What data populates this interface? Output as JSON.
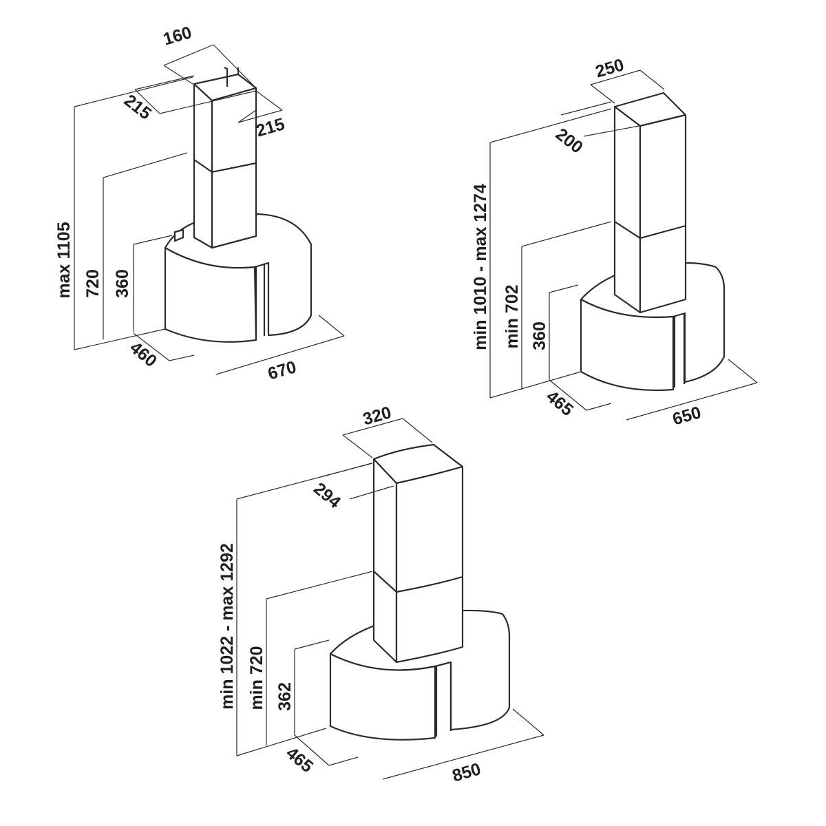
{
  "diagrams": [
    {
      "dimensions": {
        "chimney_depth": "160",
        "chimney_width_left": "215",
        "chimney_width_right": "215",
        "overall_height": "max 1105",
        "lower_height": "720",
        "body_height": "360",
        "body_depth": "460",
        "body_width": "670"
      }
    },
    {
      "dimensions": {
        "chimney_width": "250",
        "chimney_depth": "200",
        "overall_height": "min 1010 - max 1274",
        "lower_height": "min 702",
        "body_height": "360",
        "body_depth": "465",
        "body_width": "650"
      }
    },
    {
      "dimensions": {
        "chimney_width": "320",
        "chimney_depth": "294",
        "overall_height": "min 1022 - max 1292",
        "lower_height": "min 720",
        "body_height": "362",
        "body_depth": "465",
        "body_width": "850"
      }
    }
  ]
}
